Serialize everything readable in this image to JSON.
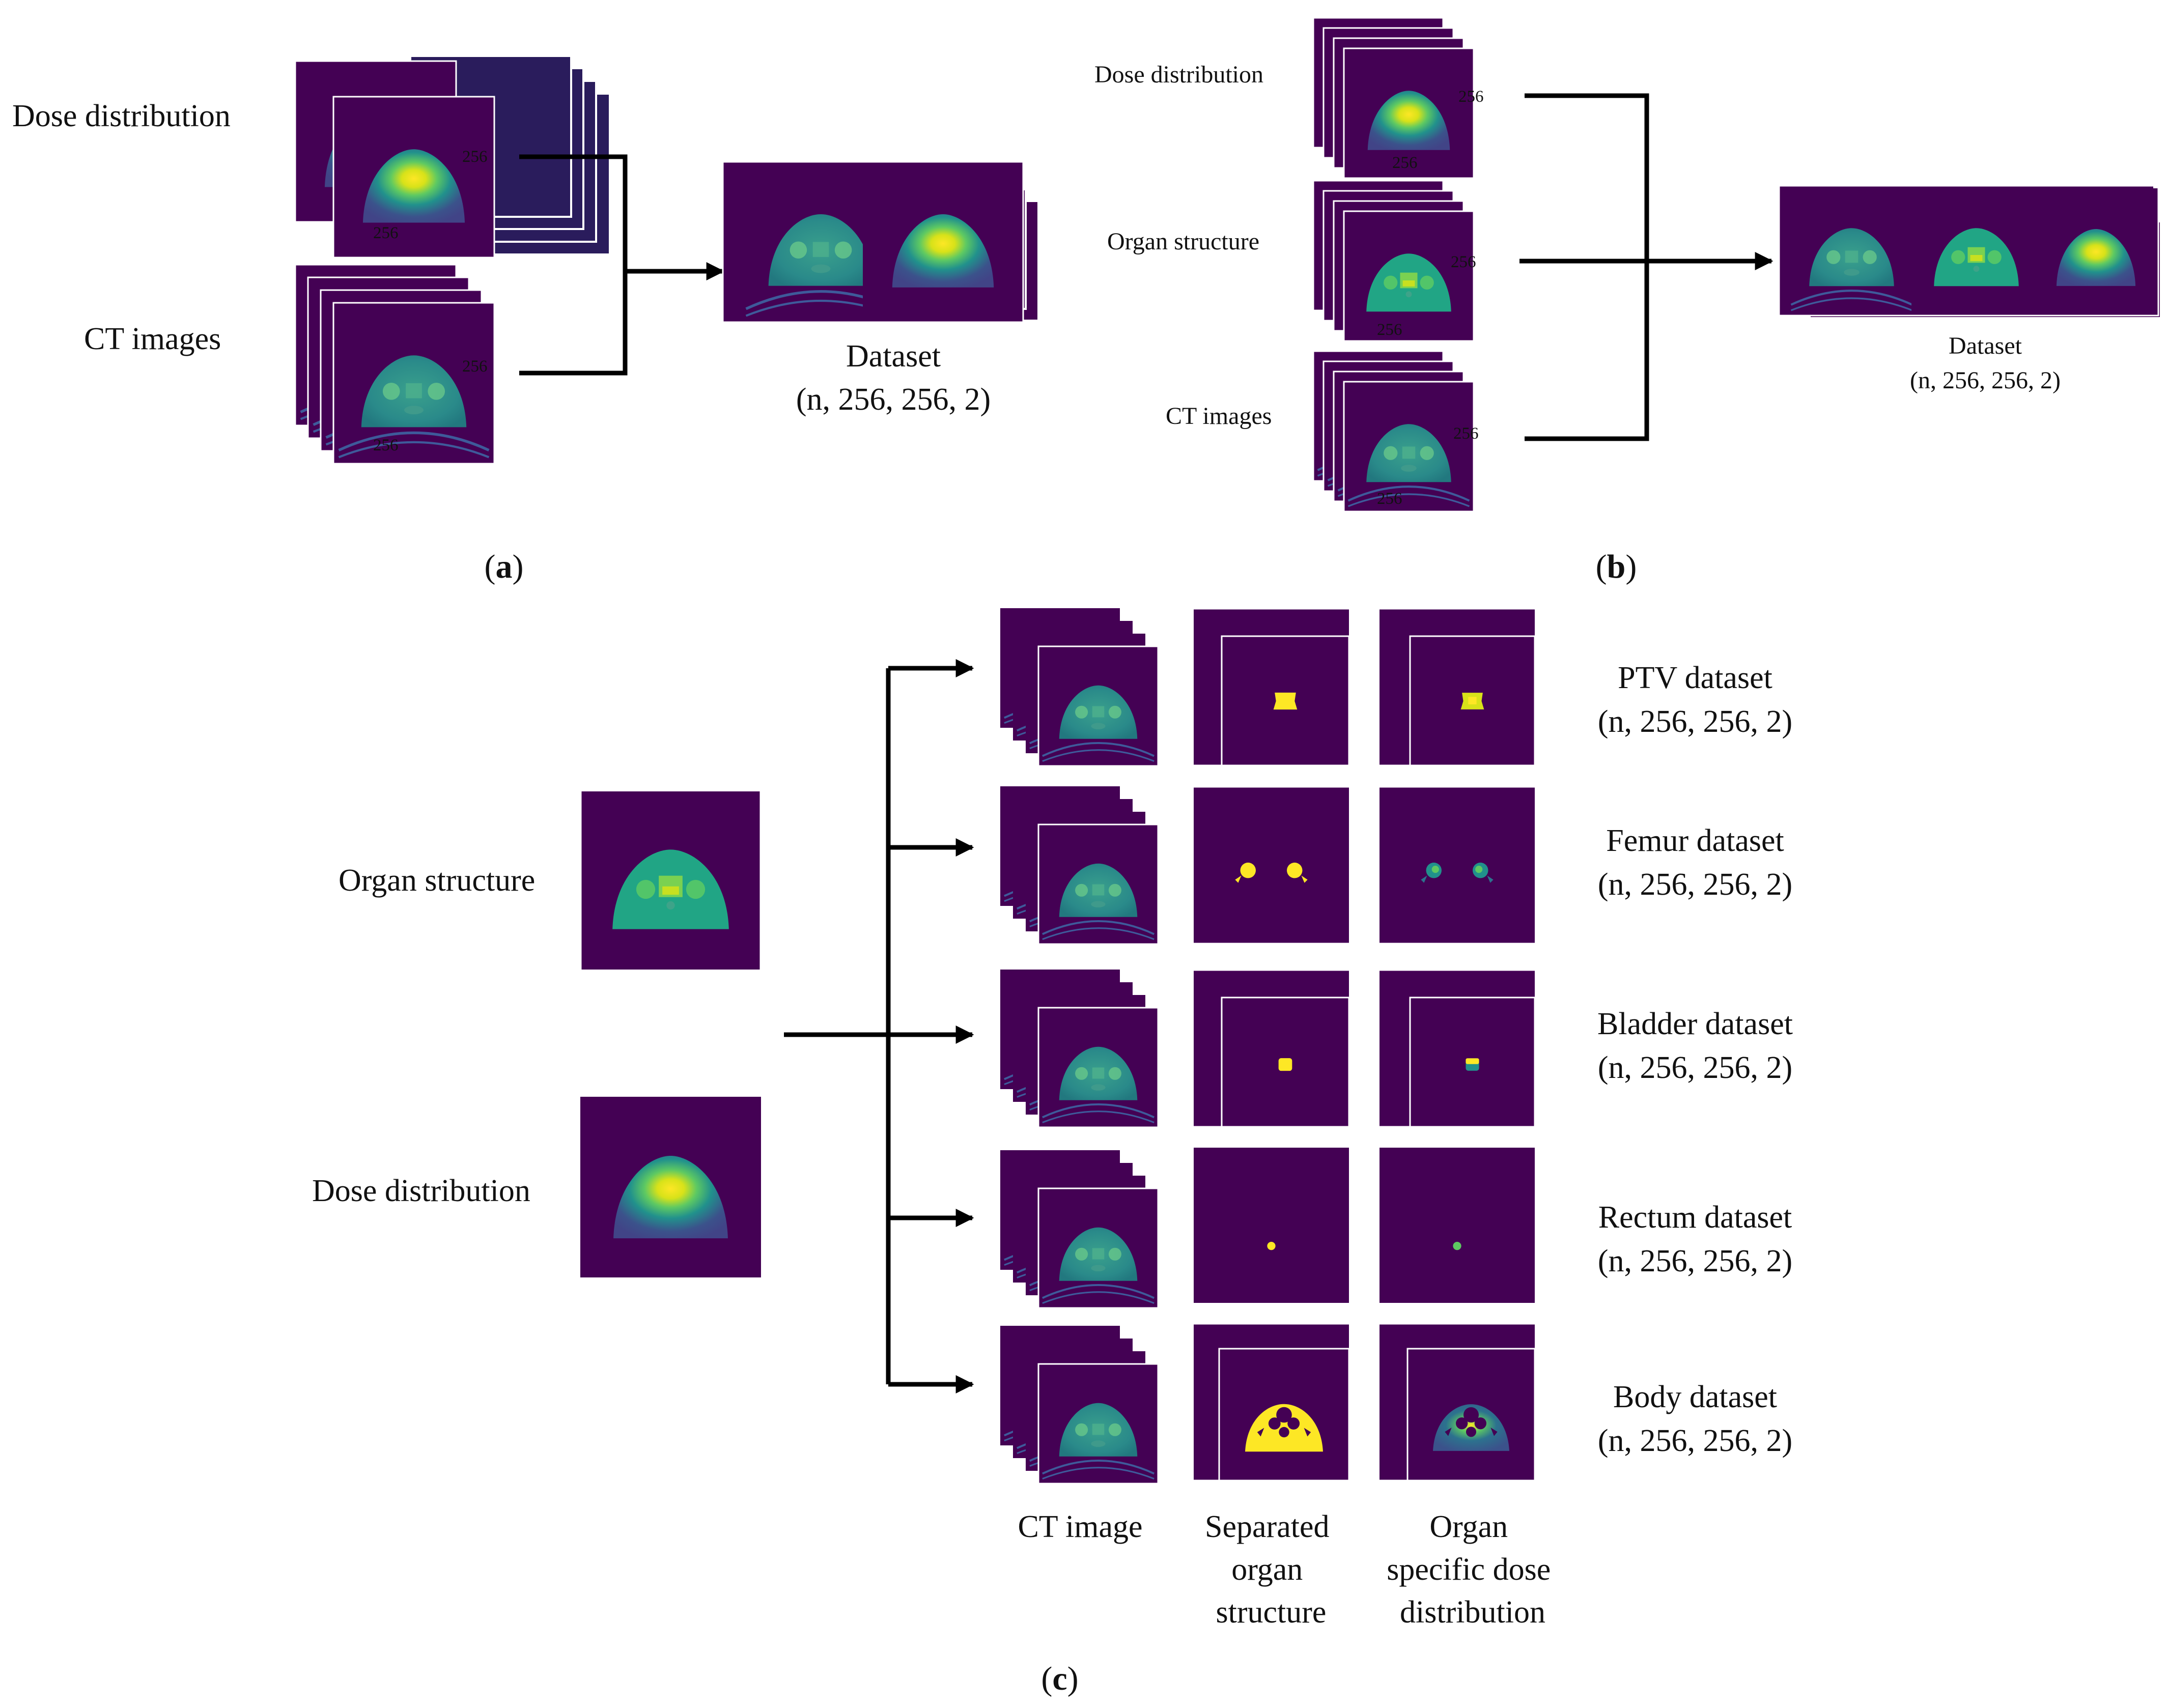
{
  "panel_a": {
    "caption_letter": "a",
    "input_labels": [
      "Dose distribution",
      "CT images"
    ],
    "dose_dim_w": "256",
    "dose_dim_h": "256",
    "ct_dim_w": "256",
    "ct_dim_h": "256",
    "dataset_title": "Dataset",
    "dataset_shape": "(n, 256, 256, 2)"
  },
  "panel_b": {
    "caption_letter": "b",
    "input_labels": [
      "Dose distribution",
      "Organ structure",
      "CT images"
    ],
    "dims": [
      "256",
      "256",
      "256",
      "256",
      "256",
      "256"
    ],
    "dataset_title": "Dataset",
    "dataset_shape": "(n, 256, 256, 2)"
  },
  "panel_c": {
    "caption_letter": "c",
    "input_labels": [
      "Organ structure",
      "Dose distribution"
    ],
    "column_headers": {
      "ct": "CT image",
      "separated": [
        "Separated",
        "organ",
        "structure"
      ],
      "specific": [
        "Organ",
        "specific dose",
        "distribution"
      ]
    },
    "rows": [
      {
        "name": "PTV dataset",
        "shape": "(n, 256, 256, 2)"
      },
      {
        "name": "Femur dataset",
        "shape": "(n, 256, 256, 2)"
      },
      {
        "name": "Bladder dataset",
        "shape": "(n, 256, 256, 2)"
      },
      {
        "name": "Rectum dataset",
        "shape": "(n, 256, 256, 2)"
      },
      {
        "name": "Body dataset",
        "shape": "(n, 256, 256, 2)"
      }
    ]
  },
  "colors": {
    "background_tile": "#440154",
    "ct_body": "#2a8a8a",
    "structure_body": "#21a585",
    "dose_low": "#3b528b",
    "dose_high": "#fde725",
    "mask": "#fde725",
    "line": "#000000"
  }
}
